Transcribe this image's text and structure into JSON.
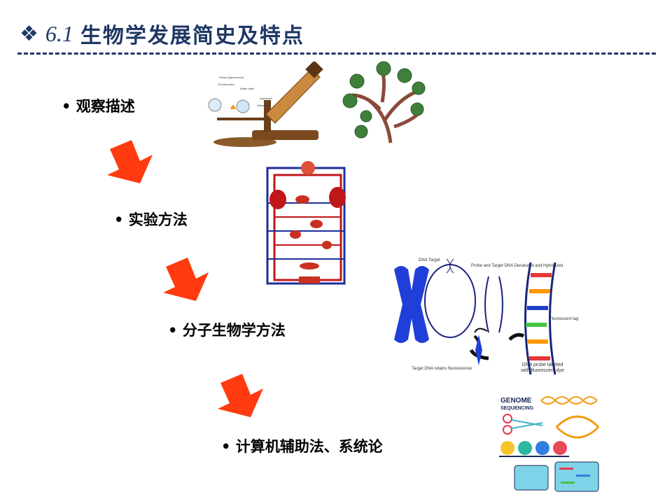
{
  "title": {
    "icon": "diamond-cluster-icon",
    "glyph": "❖",
    "number": "6.1",
    "text": "生物学发展简史及特点",
    "color": "#1f3864"
  },
  "bullets": [
    {
      "text": "• 观察描述"
    },
    {
      "text": "• 实验方法"
    },
    {
      "text": "• 分子生物学方法"
    },
    {
      "text": "• 计算机辅助法、系统论"
    }
  ],
  "arrow_color": "#ff3b0f",
  "images": {
    "microscope": {
      "labels": [
        "Oil reservoirs",
        "Flame (light source)",
        "Water flask",
        "Specimen",
        "Glass lens"
      ]
    },
    "tree_of_life": {},
    "circulatory_system": {},
    "dna_fish": {
      "labels": [
        "DNA Target",
        "Probe and Target DNA Denatured and Hybridized",
        "Fluorescent tag",
        "Target DNA retains fluorescence",
        "DNA probe labeled with fluorescent dye"
      ]
    },
    "genome_sequencing": {
      "labels": [
        "GENOME",
        "SEQUENCING"
      ]
    }
  }
}
